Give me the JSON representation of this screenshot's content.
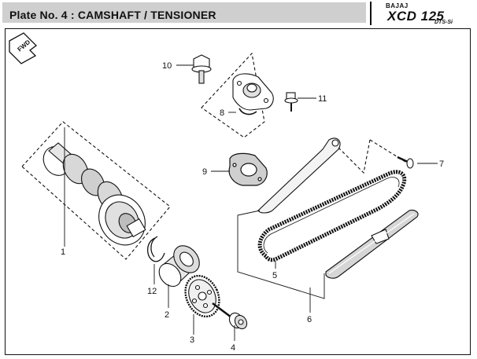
{
  "header": {
    "title": "Plate No. 4  : CAMSHAFT / TENSIONER",
    "brand_maker": "BAJAJ",
    "brand_model": "XCD 125",
    "brand_sub": "DTS-Si"
  },
  "orientation_badge": "FWD",
  "callouts": [
    {
      "id": "1",
      "part": "camshaft"
    },
    {
      "id": "2",
      "part": "bearing"
    },
    {
      "id": "3",
      "part": "sprocket"
    },
    {
      "id": "4",
      "part": "bolt"
    },
    {
      "id": "5",
      "part": "cam-chain"
    },
    {
      "id": "6",
      "part": "chain-guide"
    },
    {
      "id": "7",
      "part": "pivot-bolt"
    },
    {
      "id": "8",
      "part": "tensioner-assembly"
    },
    {
      "id": "9",
      "part": "gasket"
    },
    {
      "id": "10",
      "part": "tensioner-bolt"
    },
    {
      "id": "11",
      "part": "tensioner-screw"
    },
    {
      "id": "12",
      "part": "circlip"
    }
  ]
}
